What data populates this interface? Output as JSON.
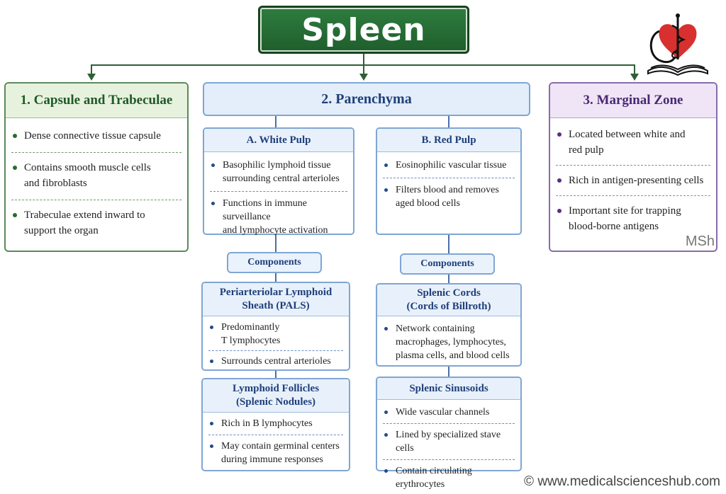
{
  "title": "Spleen",
  "sections": {
    "capsule": {
      "title": "1. Capsule and Trabeculae",
      "items": [
        [
          "Dense connective tissue capsule"
        ],
        [
          "Contains smooth muscle cells",
          "and fibroblasts"
        ],
        [
          "Trabeculae extend inward to",
          "support the organ"
        ]
      ]
    },
    "parenchyma": {
      "title": "2. Parenchyma",
      "white_pulp": {
        "title": "A. White Pulp",
        "items": [
          [
            "Basophilic lymphoid tissue",
            "surrounding central arterioles"
          ],
          [
            "Functions in immune surveillance",
            "and lymphocyte activation"
          ]
        ],
        "components_label": "Components",
        "pals": {
          "title": [
            "Periarteriolar Lymphoid",
            "Sheath (PALS)"
          ],
          "items": [
            [
              "Predominantly",
              "T lymphocytes"
            ],
            [
              "Surrounds central arterioles"
            ]
          ]
        },
        "follicles": {
          "title": [
            "Lymphoid Follicles",
            "(Splenic Nodules)"
          ],
          "items": [
            [
              "Rich in B lymphocytes"
            ],
            [
              "May contain germinal centers",
              "during immune responses"
            ]
          ]
        }
      },
      "red_pulp": {
        "title": "B. Red Pulp",
        "items": [
          [
            "Eosinophilic vascular tissue"
          ],
          [
            "Filters blood and removes",
            "aged blood cells"
          ]
        ],
        "components_label": "Components",
        "cords": {
          "title": [
            "Splenic Cords",
            "(Cords of Billroth)"
          ],
          "items": [
            [
              "Network containing",
              "macrophages, lymphocytes,",
              "plasma cells, and blood cells"
            ]
          ]
        },
        "sinusoids": {
          "title": [
            "Splenic Sinusoids"
          ],
          "items": [
            [
              "Wide vascular channels"
            ],
            [
              "Lined by specialized stave cells"
            ],
            [
              "Contain circulating erythrocytes"
            ]
          ]
        }
      }
    },
    "marginal": {
      "title": "3. Marginal Zone",
      "items": [
        [
          "Located between white and",
          "red pulp"
        ],
        [
          "Rich in antigen-presenting cells"
        ],
        [
          "Important site for trapping",
          "blood-borne antigens"
        ]
      ]
    }
  },
  "watermark": "MSh",
  "credit": "© www.medicalscienceshub.com",
  "logo_icon": "caduceus-heart-book-icon",
  "colors": {
    "green": "#1f5e2c",
    "blue": "#1f3f7a",
    "purple": "#4a2870"
  }
}
